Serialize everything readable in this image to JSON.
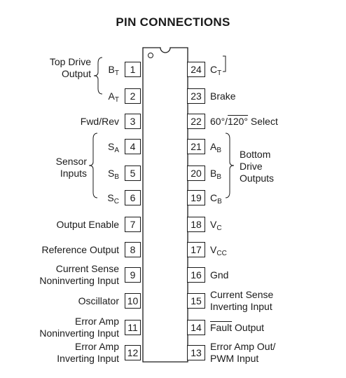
{
  "title": "PIN CONNECTIONS",
  "left_pins": [
    {
      "num": "1",
      "label": "B",
      "sub": "T"
    },
    {
      "num": "2",
      "label": "A",
      "sub": "T"
    },
    {
      "num": "3",
      "label": "Fwd/Rev",
      "sub": ""
    },
    {
      "num": "4",
      "label": "S",
      "sub": "A"
    },
    {
      "num": "5",
      "label": "S",
      "sub": "B"
    },
    {
      "num": "6",
      "label": "S",
      "sub": "C"
    },
    {
      "num": "7",
      "label": "Output Enable",
      "sub": ""
    },
    {
      "num": "8",
      "label": "Reference Output",
      "sub": ""
    },
    {
      "num": "9",
      "label": "Current Sense\nNoninverting Input",
      "sub": ""
    },
    {
      "num": "10",
      "label": "Oscillator",
      "sub": ""
    },
    {
      "num": "11",
      "label": "Error Amp\nNoninverting Input",
      "sub": ""
    },
    {
      "num": "12",
      "label": "Error Amp\nInverting Input",
      "sub": ""
    }
  ],
  "right_pins": [
    {
      "num": "24",
      "label": "C",
      "sub": "T"
    },
    {
      "num": "23",
      "label": "Brake",
      "sub": ""
    },
    {
      "num": "22",
      "label": "60°/120° Select",
      "sub": ""
    },
    {
      "num": "21",
      "label": "A",
      "sub": "B"
    },
    {
      "num": "20",
      "label": "B",
      "sub": "B"
    },
    {
      "num": "19",
      "label": "C",
      "sub": "B"
    },
    {
      "num": "18",
      "label": "V",
      "sub": "C"
    },
    {
      "num": "17",
      "label": "V",
      "sub": "CC"
    },
    {
      "num": "16",
      "label": "Gnd",
      "sub": ""
    },
    {
      "num": "15",
      "label": "Current Sense\nInverting Input",
      "sub": ""
    },
    {
      "num": "14",
      "label": "Fault Output",
      "sub": ""
    },
    {
      "num": "13",
      "label": "Error Amp Out/\nPWM Input",
      "sub": ""
    }
  ],
  "groups": {
    "top_drive": "Top Drive\nOutput",
    "sensor_inputs": "Sensor\nInputs",
    "bottom_drive": "Bottom\nDrive\nOutputs"
  },
  "overlines": {
    "select_part": "120°",
    "fault_part": "Fault"
  }
}
